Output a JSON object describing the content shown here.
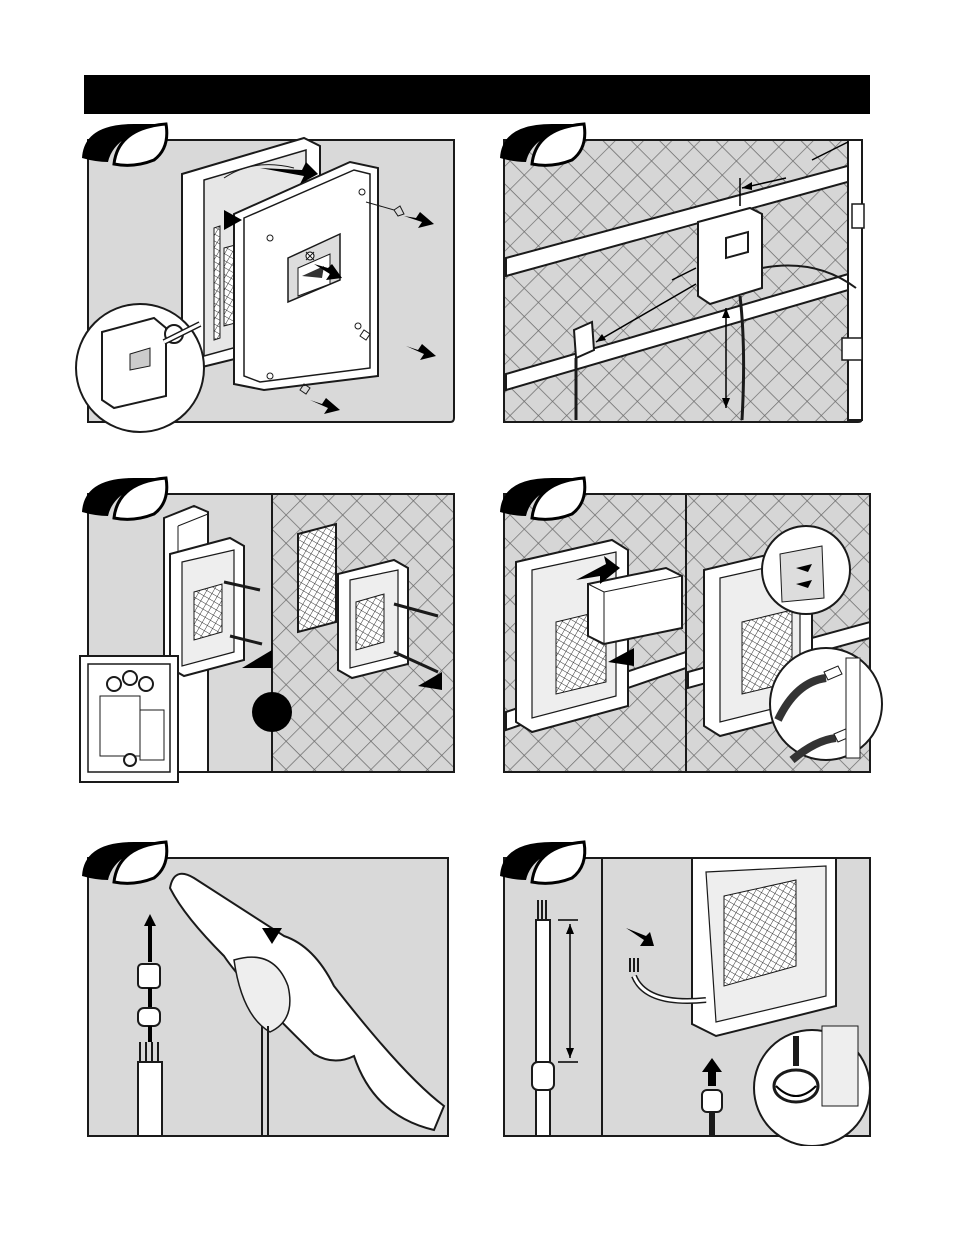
{
  "page": {
    "header_bar": "",
    "steps": [
      {
        "id": 1,
        "title": "remove-cover"
      },
      {
        "id": 2,
        "title": "mounting-location"
      },
      {
        "id": 3,
        "title": "mount-box"
      },
      {
        "id": 4,
        "title": "install-battery"
      },
      {
        "id": 5,
        "title": "cable-gland"
      },
      {
        "id": 6,
        "title": "route-cable"
      }
    ]
  },
  "colors": {
    "ink": "#1a1a1a",
    "panel_bg": "#d9d9d9",
    "header": "#000000",
    "white": "#ffffff"
  },
  "icons": [
    "step-badge-icon",
    "arrow-icon",
    "pointer-triangle-icon",
    "screw-icon",
    "cable-icon",
    "battery-icon",
    "enclosure-icon",
    "fence-mesh-icon"
  ]
}
